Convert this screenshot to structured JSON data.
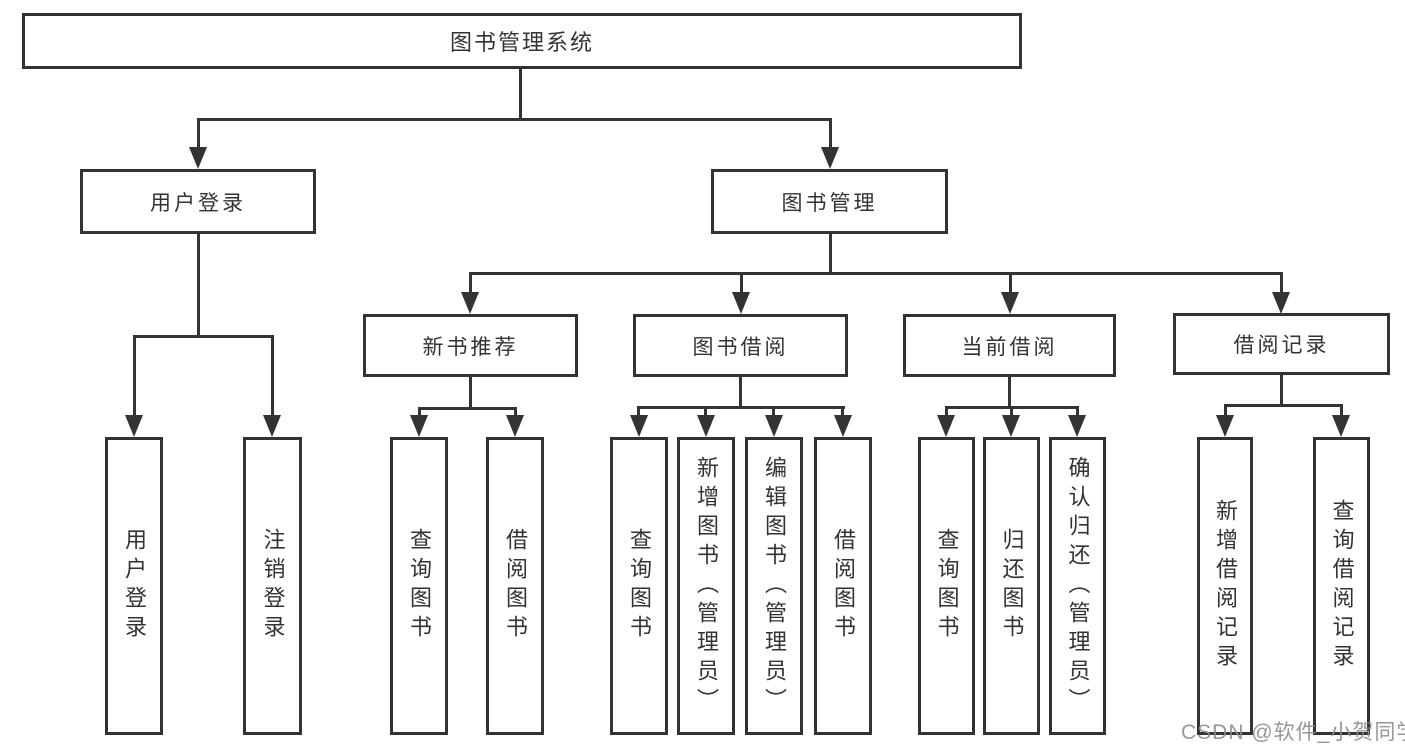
{
  "diagram_type": "tree",
  "root": {
    "label": "图书管理系统"
  },
  "branches": [
    {
      "label": "用户登录",
      "children": [
        {
          "label": "用户登录"
        },
        {
          "label": "注销登录"
        }
      ]
    },
    {
      "label": "图书管理",
      "children": [
        {
          "label": "新书推荐",
          "children": [
            {
              "label": "查询图书"
            },
            {
              "label": "借阅图书"
            }
          ]
        },
        {
          "label": "图书借阅",
          "children": [
            {
              "label": "查询图书"
            },
            {
              "label": "新增图书（管理员）"
            },
            {
              "label": "编辑图书（管理员）"
            },
            {
              "label": "借阅图书"
            }
          ]
        },
        {
          "label": "当前借阅",
          "children": [
            {
              "label": "查询图书"
            },
            {
              "label": "归还图书"
            },
            {
              "label": "确认归还（管理员）"
            }
          ]
        },
        {
          "label": "借阅记录",
          "children": [
            {
              "label": "新增借阅记录"
            },
            {
              "label": "查询借阅记录"
            }
          ]
        }
      ]
    }
  ],
  "watermark": {
    "text": "CSDN @软件_小贺同学"
  },
  "colors": {
    "line": "#333333",
    "text": "#333333",
    "background": "#ffffff",
    "watermark": "#8c8c8c"
  }
}
